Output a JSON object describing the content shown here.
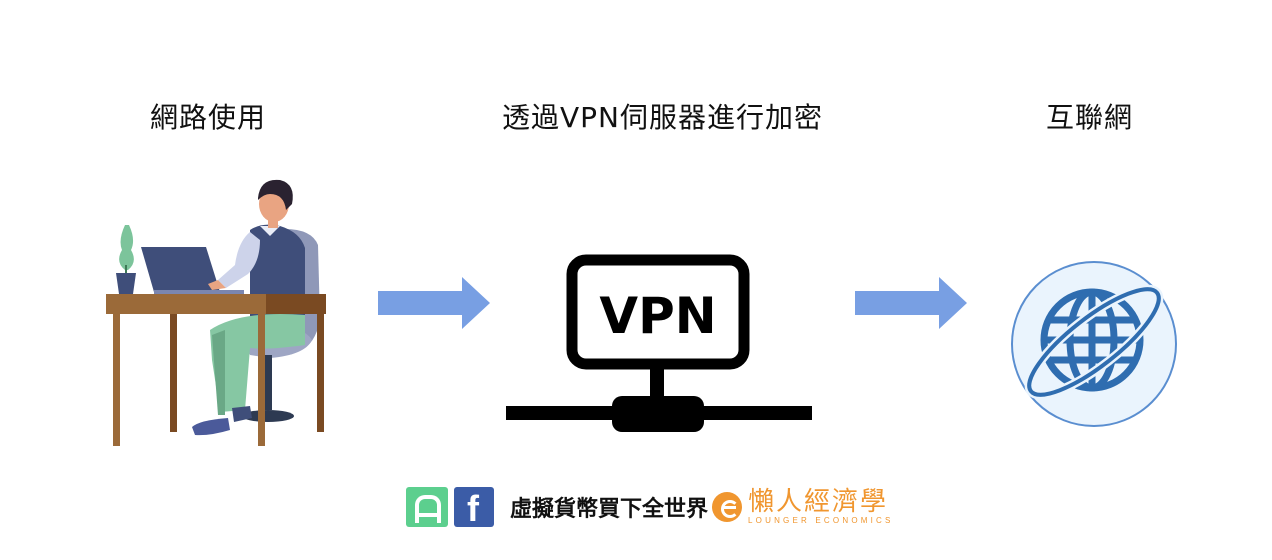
{
  "steps": [
    {
      "title": "網路使用",
      "icon": "person-at-laptop-icon"
    },
    {
      "title": "透過VPN伺服器進行加密",
      "icon": "vpn-server-icon",
      "icon_label": "VPN"
    },
    {
      "title": "互聯網",
      "icon": "globe-icon"
    }
  ],
  "arrows": [
    {
      "from": "網路使用",
      "to": "透過VPN伺服器進行加密",
      "color": "#789fe3"
    },
    {
      "from": "透過VPN伺服器進行加密",
      "to": "互聯網",
      "color": "#789fe3"
    }
  ],
  "footer": {
    "logo_a_color": "#5ccf8e",
    "logo_f_letter": "f",
    "logo_f_color": "#3b5ca7",
    "text": "虛擬貨幣買下全世界",
    "brand_cn": "懶人經濟學",
    "brand_en": "LOUNGER ECONOMICS",
    "brand_color": "#f0962f"
  },
  "colors": {
    "globe_stroke": "#2f6db0",
    "globe_bg": "#eaf4fd",
    "desk": "#9b6a39",
    "laptop": "#3f4e7a",
    "pants": "#86c7a3"
  }
}
